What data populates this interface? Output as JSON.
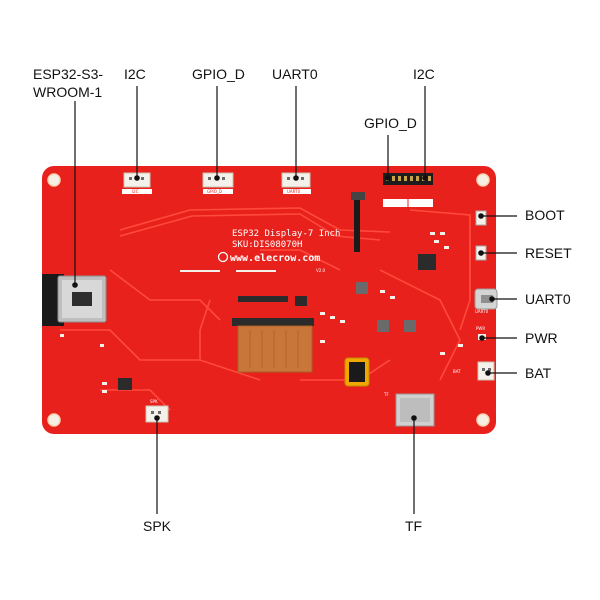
{
  "labels": {
    "esp32_line1": "ESP32-S3-",
    "esp32_line2": "WROOM-1",
    "i2c_left": "I2C",
    "gpio_left": "GPIO_D",
    "uart0_top": "UART0",
    "i2c_right": "I2C",
    "gpio_right": "GPIO_D",
    "boot": "BOOT",
    "reset": "RESET",
    "uart0_side": "UART0",
    "pwr": "PWR",
    "bat": "BAT",
    "spk": "SPK",
    "tf": "TF"
  },
  "board": {
    "title": "ESP32 Display-7 Inch",
    "sku": "SKU:DIS08070H",
    "url": "www.elecrow.com",
    "version": "V2.0",
    "silk_i2c": "I2C",
    "silk_gpio": "GPIO_D",
    "silk_uart": "UART0",
    "silk_uart_side": "UART0",
    "silk_pwr": "PWR",
    "silk_bat": "BAT",
    "silk_spk": "SPK",
    "silk_tf": "TF"
  },
  "colors": {
    "board": "#e8211d",
    "trace": "#ff4a3c",
    "connector": "#f4f1ea",
    "chip": "#2b2b2b",
    "flex": "#c8763a",
    "leader": "#111111"
  }
}
